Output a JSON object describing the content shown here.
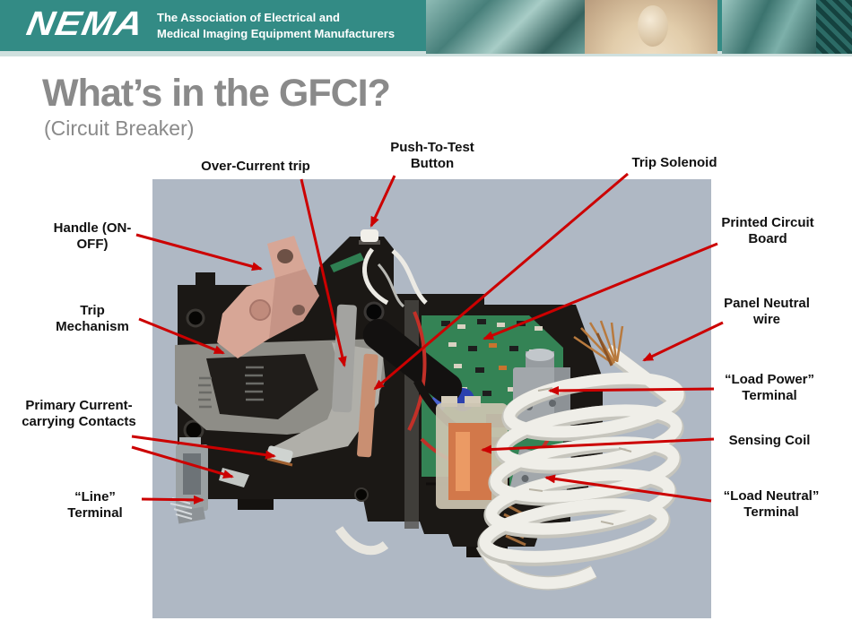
{
  "header": {
    "logo": "NEMA",
    "tagline_line1": "The Association of Electrical and",
    "tagline_line2": "Medical Imaging Equipment Manufacturers"
  },
  "slide": {
    "title": "What’s in the GFCI?",
    "subtitle": "(Circuit Breaker)"
  },
  "labels": {
    "over_current_trip": "Over-Current trip",
    "push_to_test": "Push-To-Test Button",
    "trip_solenoid": "Trip Solenoid",
    "handle": "Handle (ON-OFF)",
    "printed_circuit_board": "Printed Circuit Board",
    "trip_mechanism": "Trip Mechanism",
    "panel_neutral_wire": "Panel Neutral wire",
    "primary_contacts": "Primary Current-carrying Contacts",
    "load_power_terminal": "“Load Power” Terminal",
    "sensing_coil": "Sensing Coil",
    "line_terminal": "“Line” Terminal",
    "load_neutral_terminal": "“Load Neutral” Terminal"
  },
  "colors": {
    "header_teal": "#338B85",
    "arrow_red": "#CC0000",
    "title_gray": "#8A8A8A",
    "photo_bg": "#AFB8C4"
  }
}
